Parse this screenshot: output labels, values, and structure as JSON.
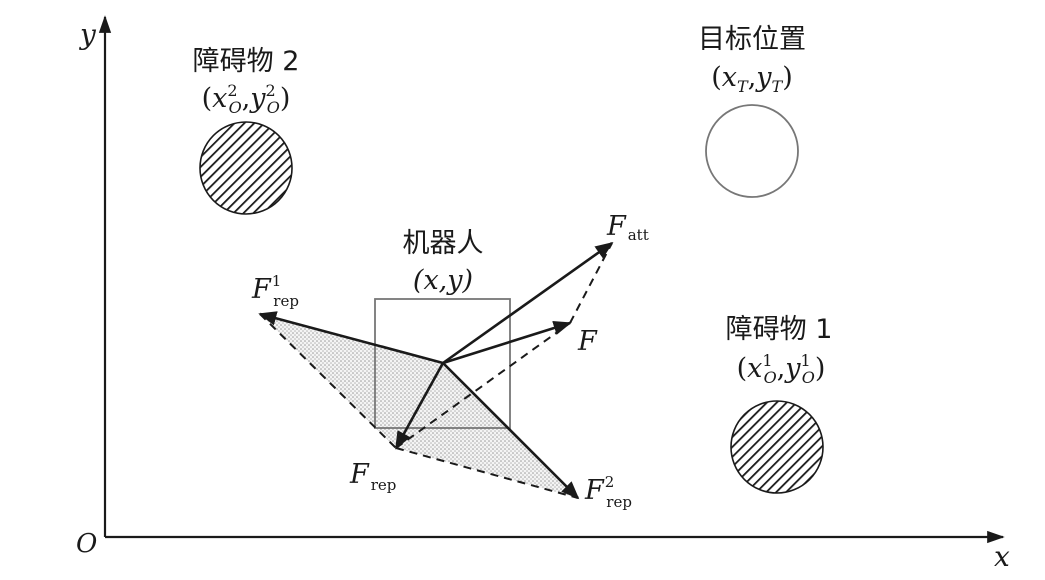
{
  "axes": {
    "origin_label": "O",
    "x_label": "x",
    "y_label": "y"
  },
  "obstacle_2": {
    "title": "障碍物 2",
    "coord_open": "(",
    "coord_x": "x",
    "coord_x_sup": "2",
    "coord_x_sub": "O",
    "coord_sep": ",",
    "coord_y": "y",
    "coord_y_sup": "2",
    "coord_y_sub": "O",
    "coord_close": ")"
  },
  "obstacle_1": {
    "title": "障碍物 1",
    "coord_open": "(",
    "coord_x": "x",
    "coord_x_sup": "1",
    "coord_x_sub": "O",
    "coord_sep": ",",
    "coord_y": "y",
    "coord_y_sup": "1",
    "coord_y_sub": "O",
    "coord_close": ")"
  },
  "target": {
    "title": "目标位置",
    "coord_open": "(",
    "coord_x": "x",
    "coord_x_sub": "T",
    "coord_sep": ",",
    "coord_y": "y",
    "coord_y_sub": "T",
    "coord_close": ")"
  },
  "robot": {
    "title": "机器人",
    "coord": "(x,y)"
  },
  "forces": {
    "f_att": {
      "main": "F",
      "sub": "att"
    },
    "f_total": {
      "main": "F"
    },
    "f_rep1": {
      "main": "F",
      "sub": "rep",
      "sup": "1"
    },
    "f_rep2": {
      "main": "F",
      "sub": "rep",
      "sup": "2"
    },
    "f_rep": {
      "main": "F",
      "sub": "rep"
    }
  },
  "colors": {
    "ink": "#1a1a1a",
    "box": "#777777",
    "fill_dots": "#cfcfcf"
  }
}
